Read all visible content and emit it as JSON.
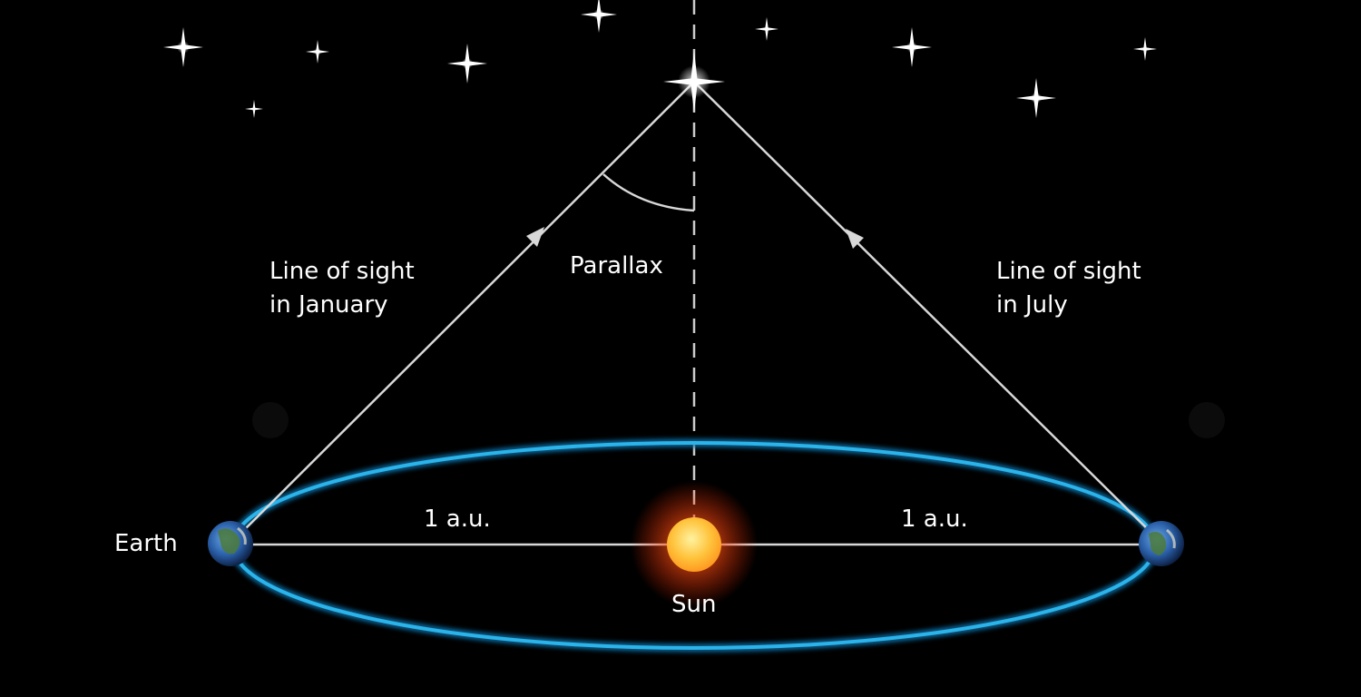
{
  "labels": {
    "line_of_sight_january_1": "Line of sight",
    "line_of_sight_january_2": "in January",
    "line_of_sight_july_1": "Line of sight",
    "line_of_sight_july_2": "in July",
    "parallax": "Parallax",
    "earth": "Earth",
    "sun": "Sun",
    "distance_left": "1 a.u.",
    "distance_right": "1 a.u."
  },
  "colors": {
    "background": "#000000",
    "orbit": "#1aa6e0",
    "lines": "#d8d8d8",
    "sun_core": "#ffc94a",
    "sun_glow": "#ff5a10",
    "text": "#ffffff"
  }
}
